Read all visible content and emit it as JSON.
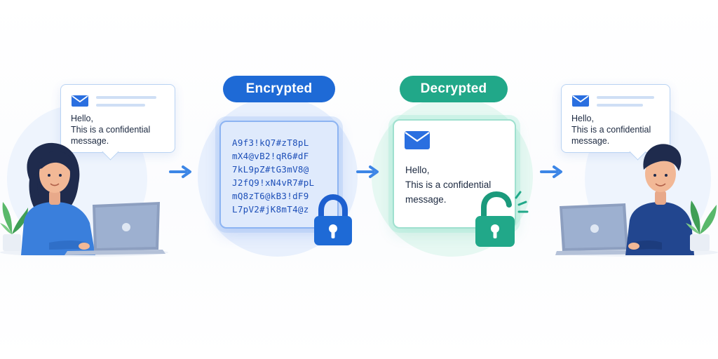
{
  "sender": {
    "bubble_lines": [
      "Hello,",
      "This is a confidential",
      "message."
    ]
  },
  "encrypted": {
    "label": "Encrypted",
    "cipher_lines": [
      "A9f3!kQ7#zT8pL",
      "mX4@vB2!qR6#dF",
      "7kL9pZ#tG3mV8@",
      "J2fQ9!xN4vR7#pL",
      "mQ8zT6@kB3!dF9",
      "L7pV2#jK8mT4@z"
    ],
    "lock_state": "locked"
  },
  "decrypted": {
    "label": "Decrypted",
    "message_lines": [
      "Hello,",
      "This is a confidential",
      "message."
    ],
    "lock_state": "unlocked"
  },
  "receiver": {
    "bubble_lines": [
      "Hello,",
      "This is a confidential",
      "message."
    ]
  },
  "colors": {
    "encrypted_blue": "#1e6ad6",
    "decrypted_green": "#21a889",
    "arrow_blue": "#3d86e6",
    "bubble_border": "#b9d3f3"
  },
  "icons": [
    "envelope-icon",
    "padlock-locked-icon",
    "padlock-unlocked-icon",
    "arrow-right-icon",
    "laptop-icon",
    "plant-icon"
  ]
}
